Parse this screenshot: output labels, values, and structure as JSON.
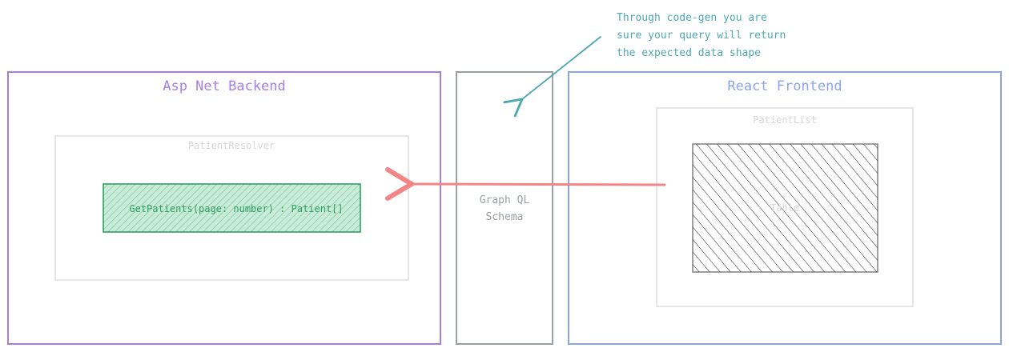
{
  "diagram": {
    "backend": {
      "title": "Asp Net Backend",
      "resolver_label": "PatientResolver",
      "method_label": "GetPatients(page: number) : Patient[]"
    },
    "schema": {
      "line1": "Graph QL",
      "line2": "Schema"
    },
    "frontend": {
      "title": "React Frontend",
      "list_label": "PatientList",
      "table_label": "Table"
    },
    "note": {
      "line1": "Through code-gen you are",
      "line2": "sure your query will return",
      "line3": "the expected data shape"
    },
    "colors": {
      "backend": "#a57ee8",
      "frontend": "#8aa4f0",
      "schema_border": "#9aa0a6",
      "inner_border": "#e6e6e6",
      "method_fill": "#2f9e5f",
      "arrow": "#f48587",
      "note": "#4fa7b3",
      "table_hatch": "#3a3a3a",
      "faint_text": "#d6d6d6"
    }
  }
}
